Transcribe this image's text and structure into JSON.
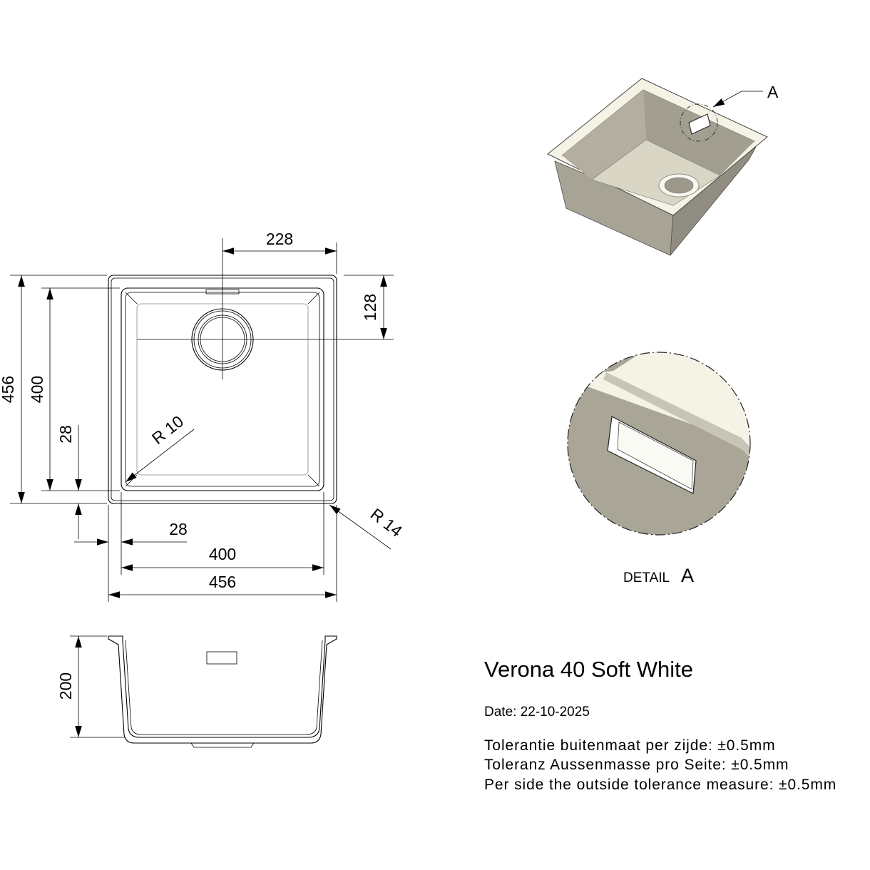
{
  "plan_view": {
    "dim_offset_top": "228",
    "dim_drain_offset": "128",
    "dim_outer_height": "456",
    "dim_inner_height": "400",
    "dim_rim_left": "28",
    "dim_radius_inner": "R 10",
    "dim_radius_outer": "R 14",
    "dim_rim_bottom": "28",
    "dim_inner_width": "400",
    "dim_outer_width": "456"
  },
  "section_view": {
    "dim_depth": "200"
  },
  "iso_view": {
    "detail_marker": "A"
  },
  "detail_view": {
    "caption_word": "DETAIL",
    "caption_letter": "A"
  },
  "info": {
    "product_name": "Verona 40 Soft White",
    "date": "Date: 22-10-2025",
    "tolerance_nl": "Tolerantie buitenmaat per zijde: ±0.5mm",
    "tolerance_de": "Toleranz Aussenmasse pro Seite: ±0.5mm",
    "tolerance_en": "Per side the outside tolerance measure: ±0.5mm"
  },
  "colors": {
    "ink": "#000000",
    "sink_surface": "#f5f3e6",
    "sink_interior": "#a8a496",
    "sink_shadow": "#8d897c"
  }
}
